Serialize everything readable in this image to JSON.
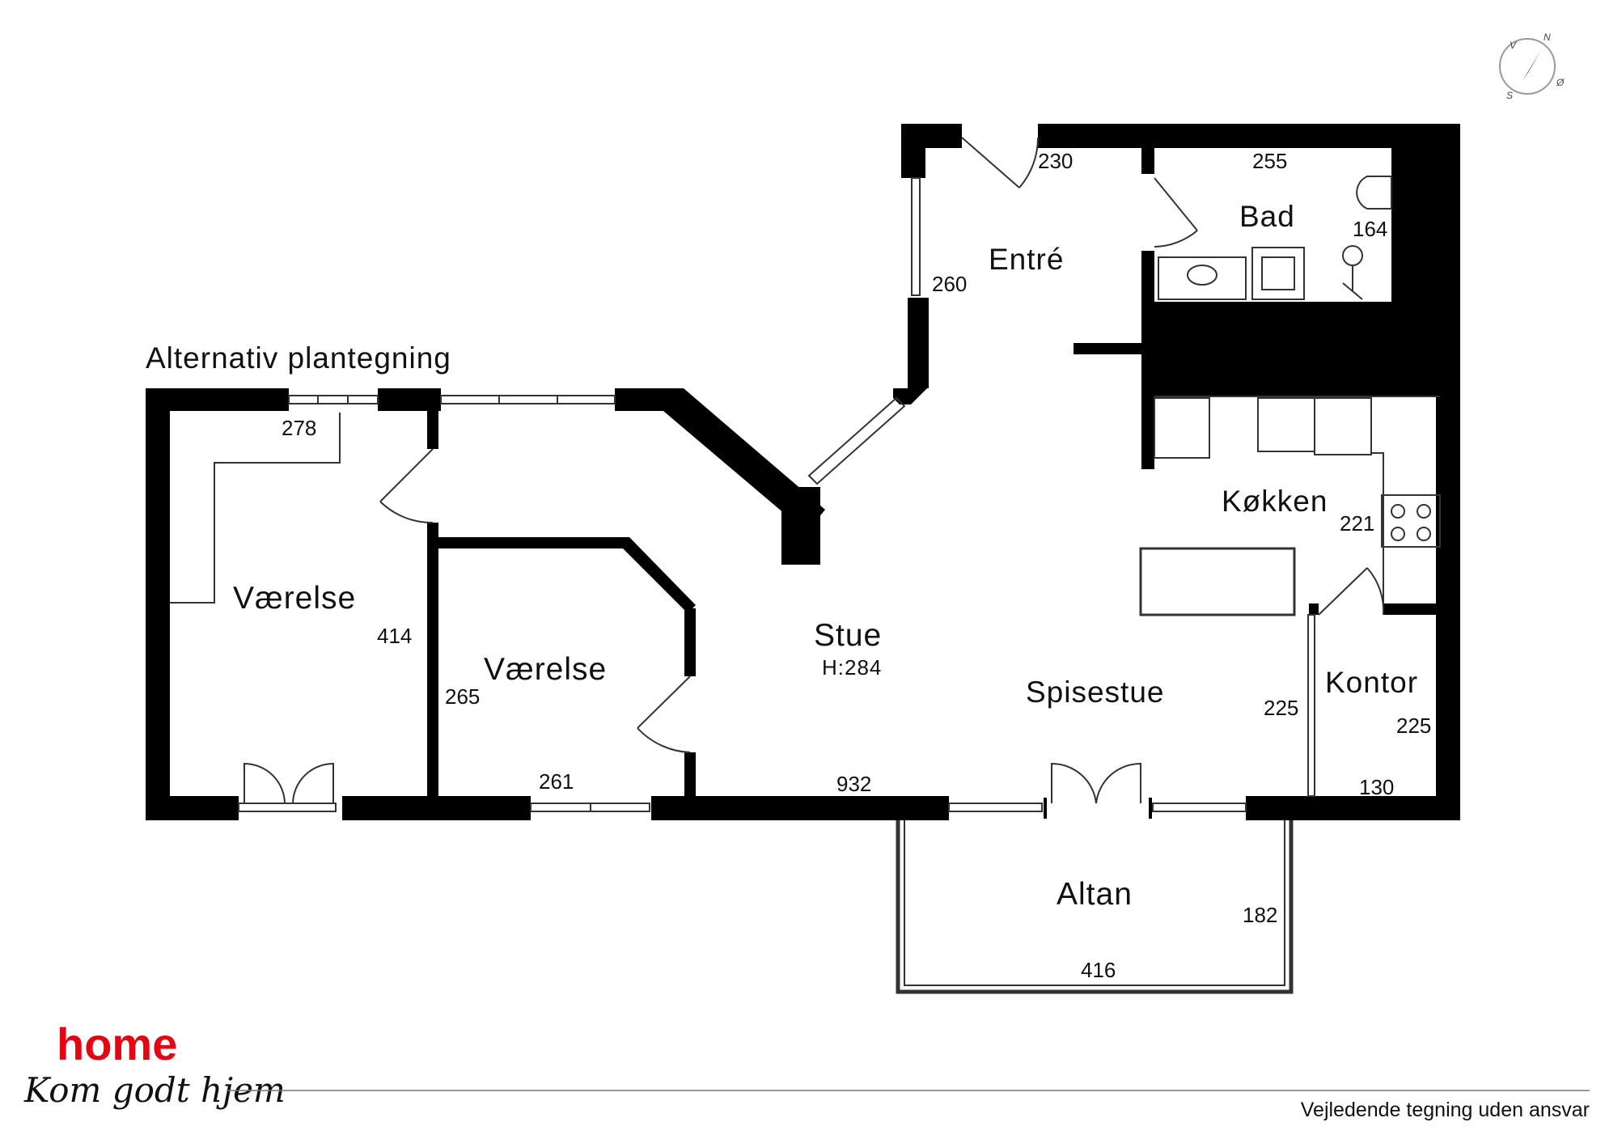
{
  "title": "Alternativ plantegning",
  "rooms": {
    "entre": "Entré",
    "bad": "Bad",
    "kokken": "Køkken",
    "vaerelse_left": "Værelse",
    "vaerelse_mid": "Værelse",
    "stue": "Stue",
    "stue_height": "H:284",
    "spisestue": "Spisestue",
    "kontor": "Kontor",
    "altan": "Altan"
  },
  "dimensions": {
    "entre_top": "230",
    "entre_side": "260",
    "bad_top": "255",
    "bad_side": "164",
    "kokken": "221",
    "vaerelse_left_top": "278",
    "vaerelse_left_side": "414",
    "vaerelse_mid_side": "265",
    "vaerelse_mid_bottom": "261",
    "stue_bottom": "932",
    "spisestue_side": "225",
    "kontor_side": "225",
    "kontor_bottom": "130",
    "altan_side": "182",
    "altan_bottom": "416"
  },
  "compass": {
    "n": "N",
    "s": "S",
    "v": "V",
    "o": "Ø"
  },
  "brand": {
    "logo": "home",
    "slogan": "Kom godt hjem",
    "color": "#e30613"
  },
  "footer": {
    "disclaimer": "Vejledende tegning uden ansvar"
  }
}
